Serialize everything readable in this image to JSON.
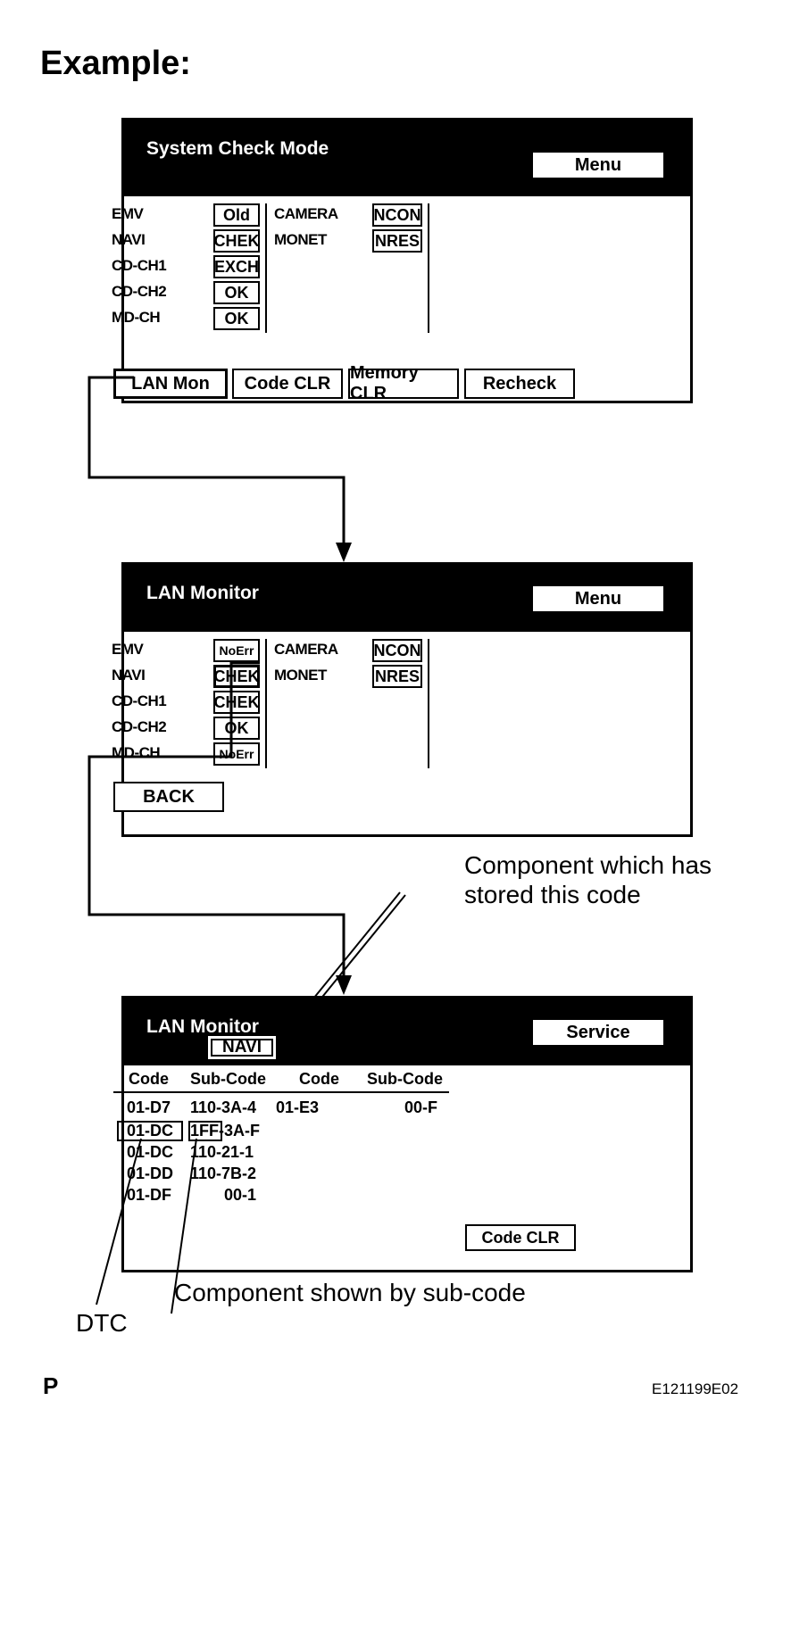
{
  "heading": "Example:",
  "screen1": {
    "title": "System Check Mode",
    "menu_label": "Menu",
    "left_items": [
      {
        "label": "EMV",
        "status": "Old"
      },
      {
        "label": "NAVI",
        "status": "CHEK"
      },
      {
        "label": "CD-CH1",
        "status": "EXCH"
      },
      {
        "label": "CD-CH2",
        "status": "OK"
      },
      {
        "label": "MD-CH",
        "status": "OK"
      }
    ],
    "right_items": [
      {
        "label": "CAMERA",
        "status": "NCON"
      },
      {
        "label": "MONET",
        "status": "NRES"
      }
    ],
    "buttons": [
      "LAN Mon",
      "Code CLR",
      "Memory CLR",
      "Recheck"
    ]
  },
  "screen2": {
    "title": "LAN Monitor",
    "menu_label": "Menu",
    "left_items": [
      {
        "label": "EMV",
        "status": "NoErr"
      },
      {
        "label": "NAVI",
        "status": "CHEK"
      },
      {
        "label": "CD-CH1",
        "status": "CHEK"
      },
      {
        "label": "CD-CH2",
        "status": "OK"
      },
      {
        "label": "MD-CH",
        "status": "NoErr"
      }
    ],
    "right_items": [
      {
        "label": "CAMERA",
        "status": "NCON"
      },
      {
        "label": "MONET",
        "status": "NRES"
      }
    ],
    "back_label": "BACK"
  },
  "screen3": {
    "title": "LAN Monitor",
    "component": "NAVI",
    "service_label": "Service",
    "headers": [
      "Code",
      "Sub-Code",
      "Code",
      "Sub-Code"
    ],
    "rows": [
      [
        "01-D7",
        "110-3A-4",
        "01-E3",
        "00-F"
      ],
      [
        "01-DC",
        "1FF-3A-F",
        "",
        ""
      ],
      [
        "01-DC",
        "110-21-1",
        "",
        ""
      ],
      [
        "01-DD",
        "110-7B-2",
        "",
        ""
      ],
      [
        "01-DF",
        "00-1",
        "",
        ""
      ]
    ],
    "code_clr_label": "Code CLR"
  },
  "annotations": {
    "component_stored": "Component which has stored this code",
    "dtc": "DTC",
    "component_subcode": "Component shown by sub-code",
    "left_marker": "P",
    "figure_id": "E121199E02"
  }
}
